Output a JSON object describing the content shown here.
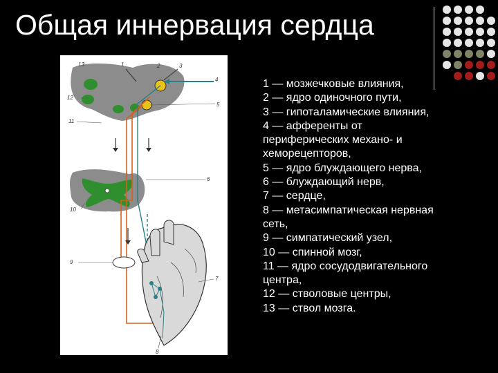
{
  "slide": {
    "title": "Общая иннервация сердца"
  },
  "decor": {
    "dot_colors": {
      "white": "#e6e6e6",
      "olive": "#7f8466",
      "red": "#a31c1c"
    }
  },
  "figure": {
    "labels": [
      "13",
      "1",
      "2",
      "3",
      "4",
      "12",
      "5",
      "11",
      "6",
      "10",
      "9",
      "7",
      "8"
    ],
    "colors": {
      "brain": "#8c8c8c",
      "nucleus_green": "#2f8f2f",
      "nerve_orange": "#d8601c",
      "nerve_teal": "#2a7f86",
      "nucleus_yellow": "#e8c21a",
      "heart_fill": "#d9d9d9",
      "heart_stroke": "#333333"
    }
  },
  "legend": {
    "lines": [
      "1 — мозжечковые влияния,",
      "2 — ядро одиночного пути,",
      "3 — гипоталамические влияния,",
      "4 — афференты от",
      "периферических механо- и",
      "хеморецепторов,",
      "5 — ядро блуждающего нерва,",
      "6 — блуждающий нерв,",
      "7 — сердце,",
      "8 — метасимпатическая нервная",
      "сеть,",
      "9 — симпатический узел,",
      "10 — спинной мозг,",
      "11 — ядро сосудодвигательного",
      "центра,",
      "12 — стволовые центры,",
      "13 — ствол мозга."
    ]
  }
}
